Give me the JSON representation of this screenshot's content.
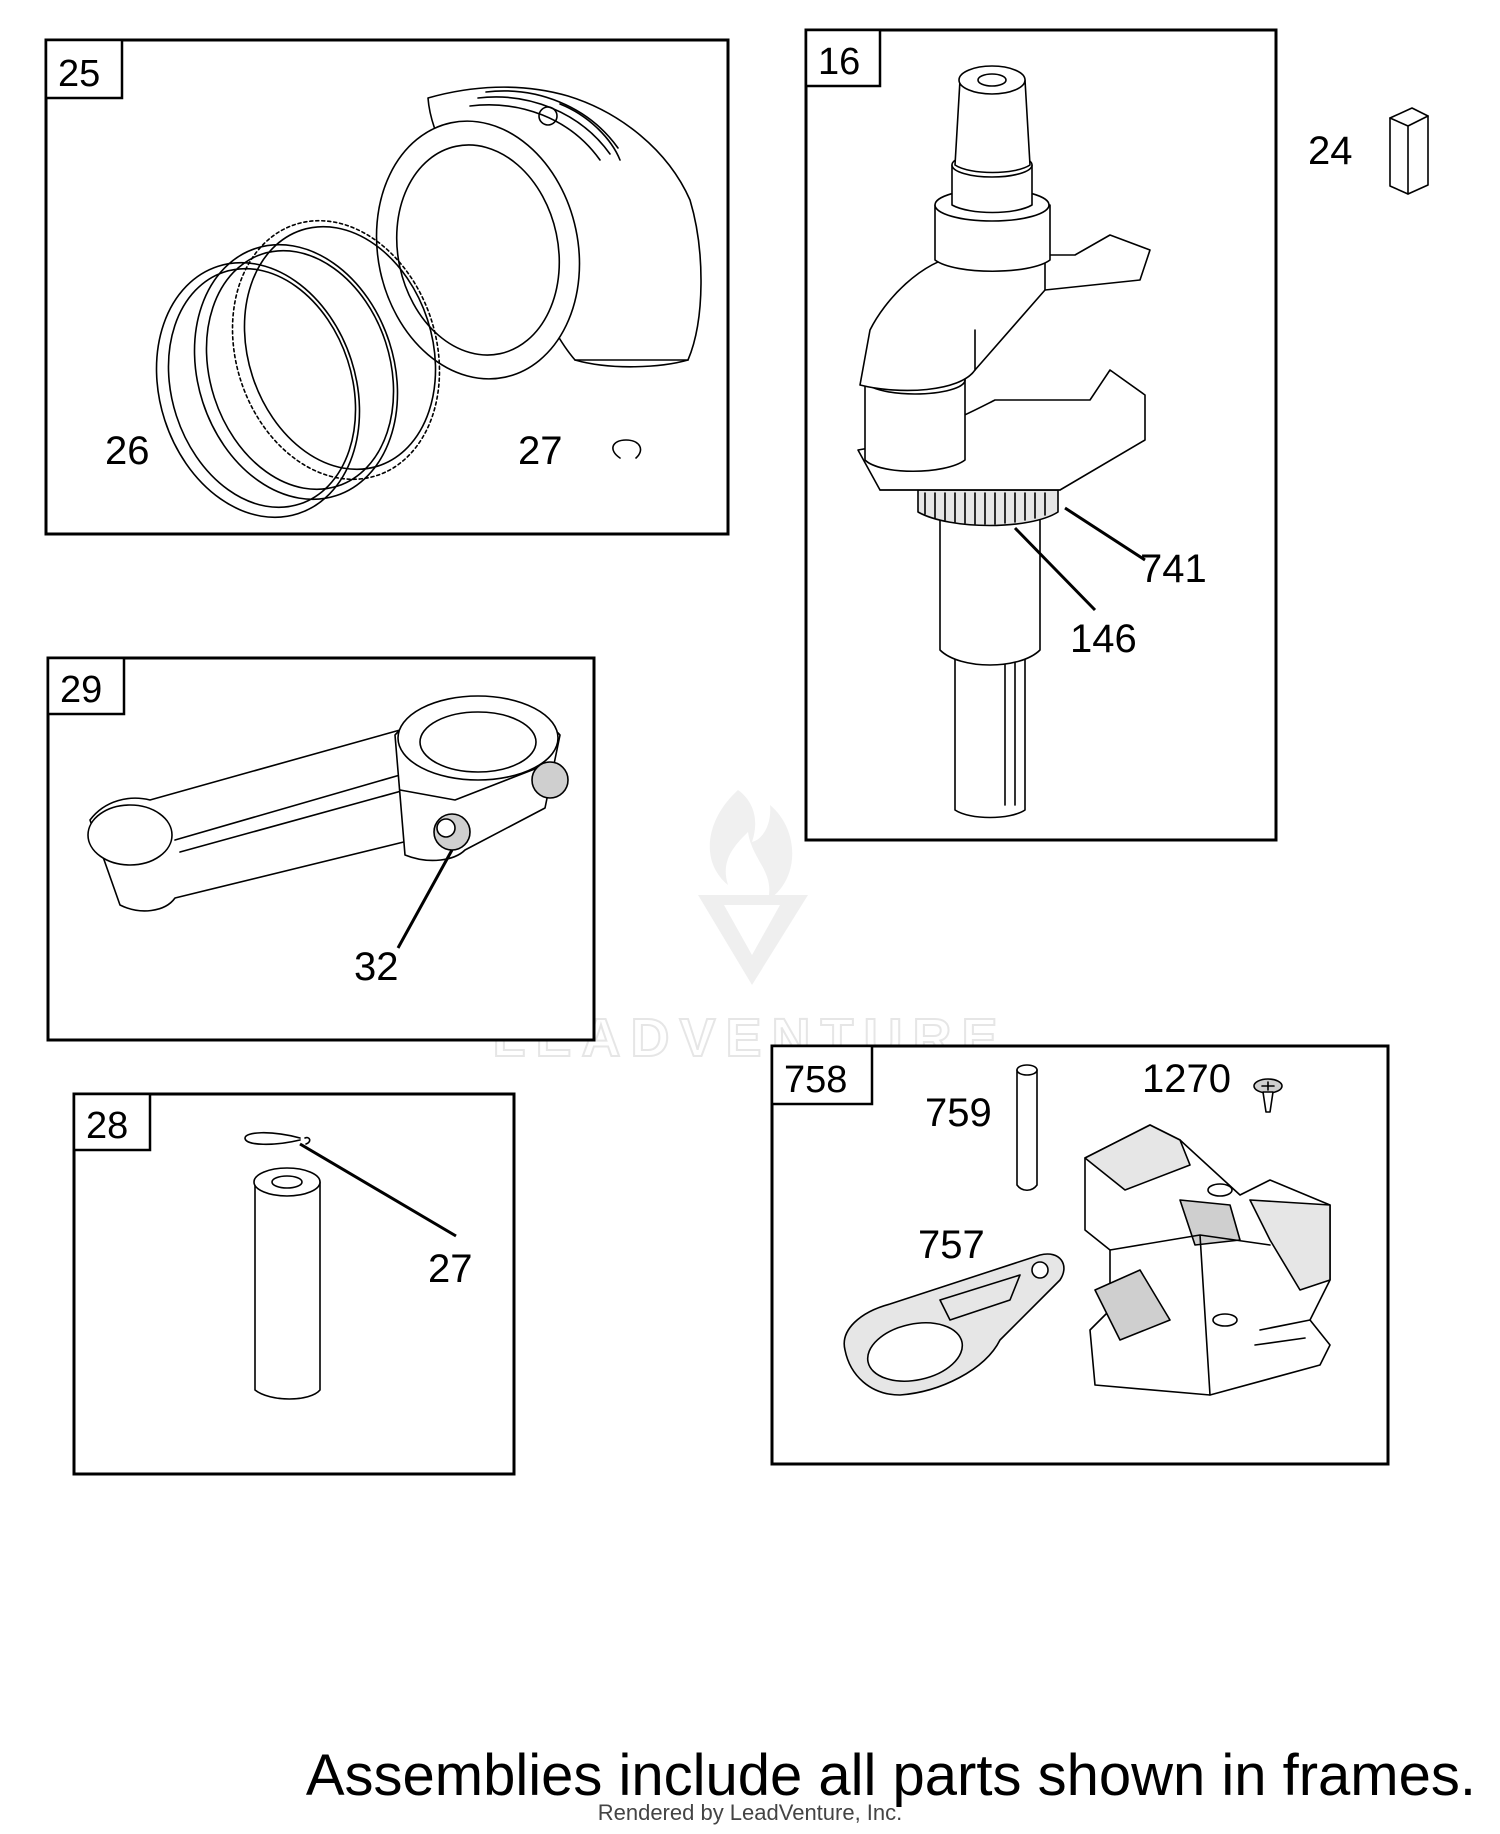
{
  "assemblies": [
    {
      "id": "frame-25",
      "number": "25",
      "parts": [
        {
          "label": "26"
        },
        {
          "label": "27"
        }
      ]
    },
    {
      "id": "frame-16",
      "number": "16",
      "parts": [
        {
          "label": "741"
        },
        {
          "label": "146"
        }
      ]
    },
    {
      "id": "frame-29",
      "number": "29",
      "parts": [
        {
          "label": "32"
        }
      ]
    },
    {
      "id": "frame-28",
      "number": "28",
      "parts": [
        {
          "label": "27"
        }
      ]
    },
    {
      "id": "frame-758",
      "number": "758",
      "parts": [
        {
          "label": "759"
        },
        {
          "label": "1270"
        },
        {
          "label": "757"
        }
      ]
    }
  ],
  "loose_parts": [
    {
      "label": "24"
    }
  ],
  "watermark": "LEADVENTURE",
  "note": "Assemblies include all parts shown in frames.",
  "credit": "Rendered by LeadVenture, Inc."
}
